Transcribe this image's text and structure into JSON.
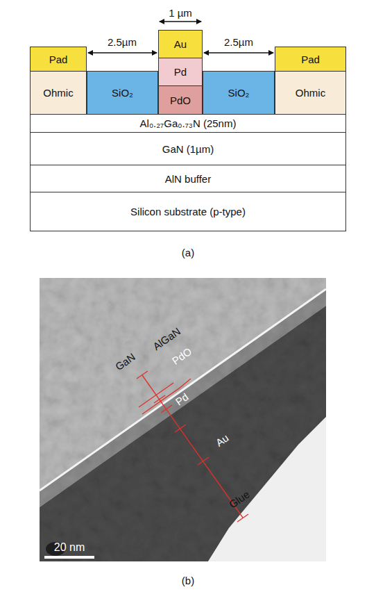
{
  "diagram": {
    "nodes": [
      {
        "text": [
          "Pad"
        ]
      },
      {
        "text": [
          "Au"
        ]
      },
      {
        "text": [
          "Pad"
        ]
      },
      {
        "text": [
          "Ohmic"
        ]
      },
      {
        "text": [
          "SiO₂"
        ]
      },
      {
        "text": [
          "Pd"
        ]
      },
      {
        "text": [
          "SiO₂"
        ]
      },
      {
        "text": [
          "Ohmic"
        ]
      },
      {
        "text": [
          "PdO"
        ]
      },
      {
        "text": [
          "Al₀.₂₇Ga₀.₇₃N (25nm)"
        ]
      },
      {
        "text": [
          "GaN (1µm)"
        ]
      },
      {
        "text": [
          "AlN buffer"
        ]
      },
      {
        "text": [
          "Silicon substrate (p-type)"
        ]
      }
    ],
    "labels": [
      "1 µm",
      "2.5µm",
      "2.5µm",
      "(a)",
      "GaN",
      "AlGaN",
      "PdO",
      "Pd",
      "Au",
      "Glue",
      "20 nm",
      "(b)"
    ]
  }
}
